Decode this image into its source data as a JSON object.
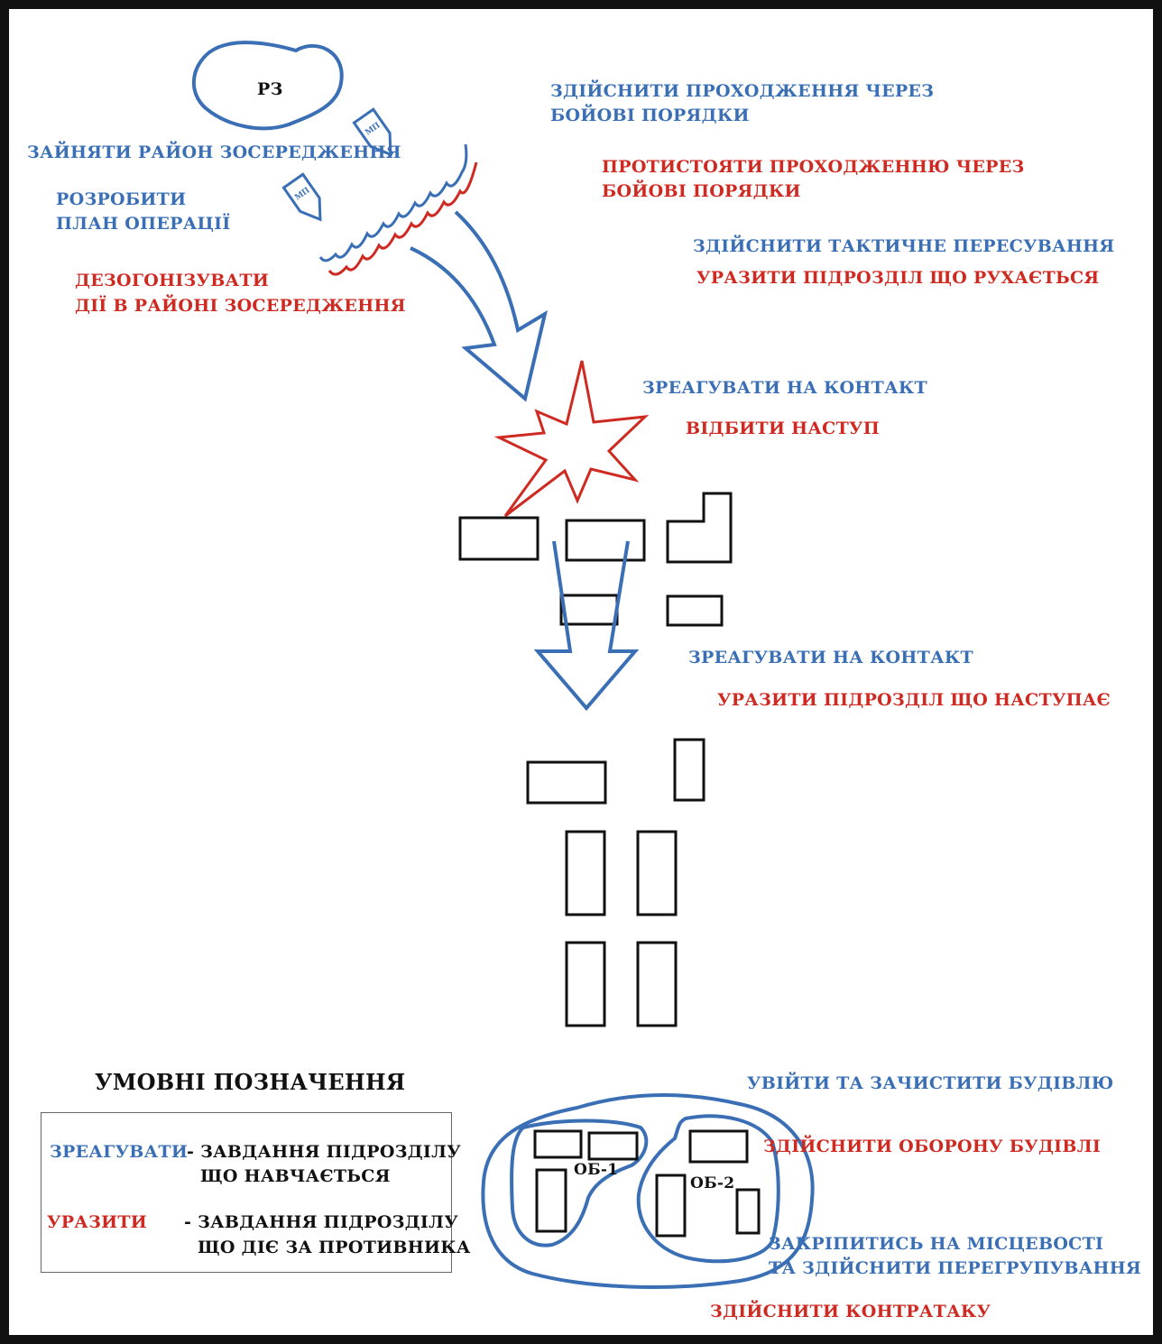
{
  "colors": {
    "blue": "#3a6fb5",
    "red": "#cf2a22",
    "black": "#111111"
  },
  "area": {
    "label": "РЗ"
  },
  "labels": {
    "pass_through": [
      "ЗДІЙСНИТИ ПРОХОДЖЕННЯ ЧЕРЕЗ",
      "БОЙОВІ ПОРЯДКИ"
    ],
    "occupy_area": "ЗАЙНЯТИ РАЙОН ЗОСЕРЕДЖЕННЯ",
    "counter_pass": [
      "ПРОТИСТОЯТИ ПРОХОДЖЕННЮ ЧЕРЕЗ",
      "БОЙОВІ ПОРЯДКИ"
    ],
    "develop_plan": [
      "РОЗРОБИТИ",
      "ПЛАН ОПЕРАЦІЇ"
    ],
    "tactical_move": "ЗДІЙСНИТИ ТАКТИЧНЕ ПЕРЕСУВАННЯ",
    "strike_moving": "УРАЗИТИ ПІДРОЗДІЛ ЩО РУХАЄТЬСЯ",
    "disorganize": [
      "ДЕЗОГОНІЗУВАТИ",
      "ДІЇ В РАЙОНІ ЗОСЕРЕДЖЕННЯ"
    ],
    "react_contact_1": "ЗРЕАГУВАТИ НА КОНТАКТ",
    "repel_attack": "ВІДБИТИ НАСТУП",
    "react_contact_2": "ЗРЕАГУВАТИ НА КОНТАКТ",
    "strike_advancing": "УРАЗИТИ ПІДРОЗДІЛ ЩО НАСТУПАЄ",
    "enter_clear": "УВІЙТИ ТА ЗАЧИСТИТИ БУДІВЛЮ",
    "defend_building": "ЗДІЙСНИТИ ОБОРОНУ БУДІВЛІ",
    "consolidate": [
      "ЗАКРІПИТИСЬ НА МІСЦЕВОСТІ",
      "ТА ЗДІЙСНИТИ ПЕРЕГРУПУВАННЯ"
    ],
    "counterattack": "ЗДІЙСНИТИ КОНТРАТАКУ",
    "ob1": "ОБ-1",
    "ob2": "ОБ-2",
    "unit_marker": "МП"
  },
  "legend": {
    "title": "УМОВНІ ПОЗНАЧЕННЯ",
    "row1_key": "ЗРЕАГУВАТИ",
    "row1_desc": [
      "- ЗАВДАННЯ ПІДРОЗДІЛУ",
      "ЩО НАВЧАЄТЬСЯ"
    ],
    "row2_key": "УРАЗИТИ",
    "row2_desc": [
      "- ЗАВДАННЯ ПІДРОЗДІЛУ",
      "ЩО ДІЄ ЗА ПРОТИВНИКА"
    ]
  }
}
